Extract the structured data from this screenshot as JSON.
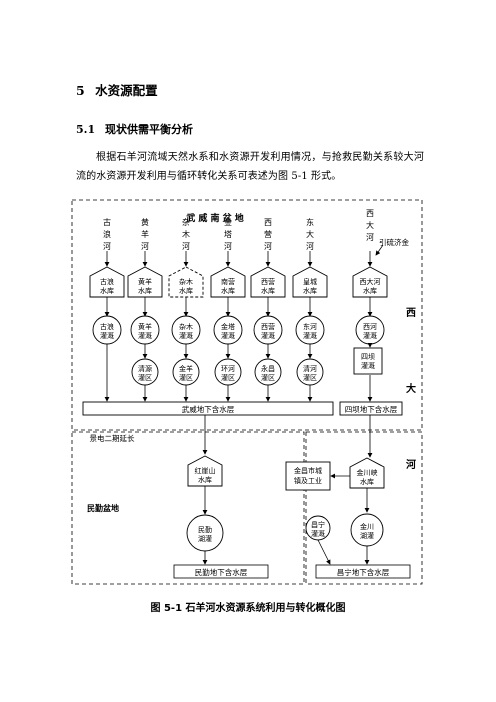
{
  "section": {
    "number": "5",
    "title": "水资源配置"
  },
  "subsection": {
    "number": "5.1",
    "title": "现状供需平衡分析"
  },
  "paragraph": "根据石羊河流域天然水系和水资源开发利用情况，与抢救民勤关系较大河流的水资源开发利用与循环转化关系可表述为图 5-1 形式。",
  "diagram": {
    "region_wuwei_basin": "武 威 南 盆 地",
    "region_minqin_basin": "民勤盆地",
    "region_xida_river": [
      "西",
      "大",
      "河"
    ],
    "rivers": [
      [
        "古",
        "浪",
        "河"
      ],
      [
        "黄",
        "羊",
        "河"
      ],
      [
        "杂",
        "木",
        "河"
      ],
      [
        "金",
        "塔",
        "河"
      ],
      [
        "西",
        "营",
        "河"
      ],
      [
        "东",
        "大",
        "河"
      ],
      [
        "西",
        "大",
        "河"
      ]
    ],
    "reservoirs": [
      [
        "古浪",
        "水库"
      ],
      [
        "黄羊",
        "水库"
      ],
      [
        "杂木",
        "水库"
      ],
      [
        "南营",
        "水库"
      ],
      [
        "西营",
        "水库"
      ],
      [
        "皇城",
        "水库"
      ],
      [
        "西大河",
        "水库"
      ]
    ],
    "irrigation_upper": [
      [
        "古浪",
        "灌溉"
      ],
      [
        "黄羊",
        "灌溉"
      ],
      [
        "杂木",
        "灌溉"
      ],
      [
        "金塔",
        "灌溉"
      ],
      [
        "西营",
        "灌溉"
      ],
      [
        "东河",
        "灌溉"
      ],
      [
        "西河",
        "灌溉"
      ]
    ],
    "irrigation_lower": [
      [
        "清源",
        "灌区"
      ],
      [
        "金羊",
        "灌区"
      ],
      [
        "环河",
        "灌区"
      ],
      [
        "永昌",
        "灌区"
      ],
      [
        "清河",
        "灌区"
      ]
    ],
    "sibatan": [
      "四坝",
      "灌溉"
    ],
    "yinqi_jijin": "引硫济金",
    "wuwei_aquifer": "武威地下含水层",
    "yongchang_aquifer_top": "四坝地下含水层",
    "jingdian_extension": "景电二期延长",
    "hongyashan_reservoir": [
      "红崖山",
      "水库"
    ],
    "minqin_irrigation": [
      "民勤",
      "湖灌"
    ],
    "minqin_aquifer": "民勤地下含水层",
    "jinchang_industry": [
      "金昌市城",
      "镇及工业"
    ],
    "jinchuanxia_reservoir": [
      "金川峡",
      "水库"
    ],
    "changning": [
      "昌宁",
      "灌溉"
    ],
    "jinchuan_irrigation": [
      "金川",
      "湖灌"
    ],
    "changning_aquifer": "昌宁地下含水层"
  },
  "figure_caption": "图 5-1   石羊河水资源系统利用与转化概化图"
}
